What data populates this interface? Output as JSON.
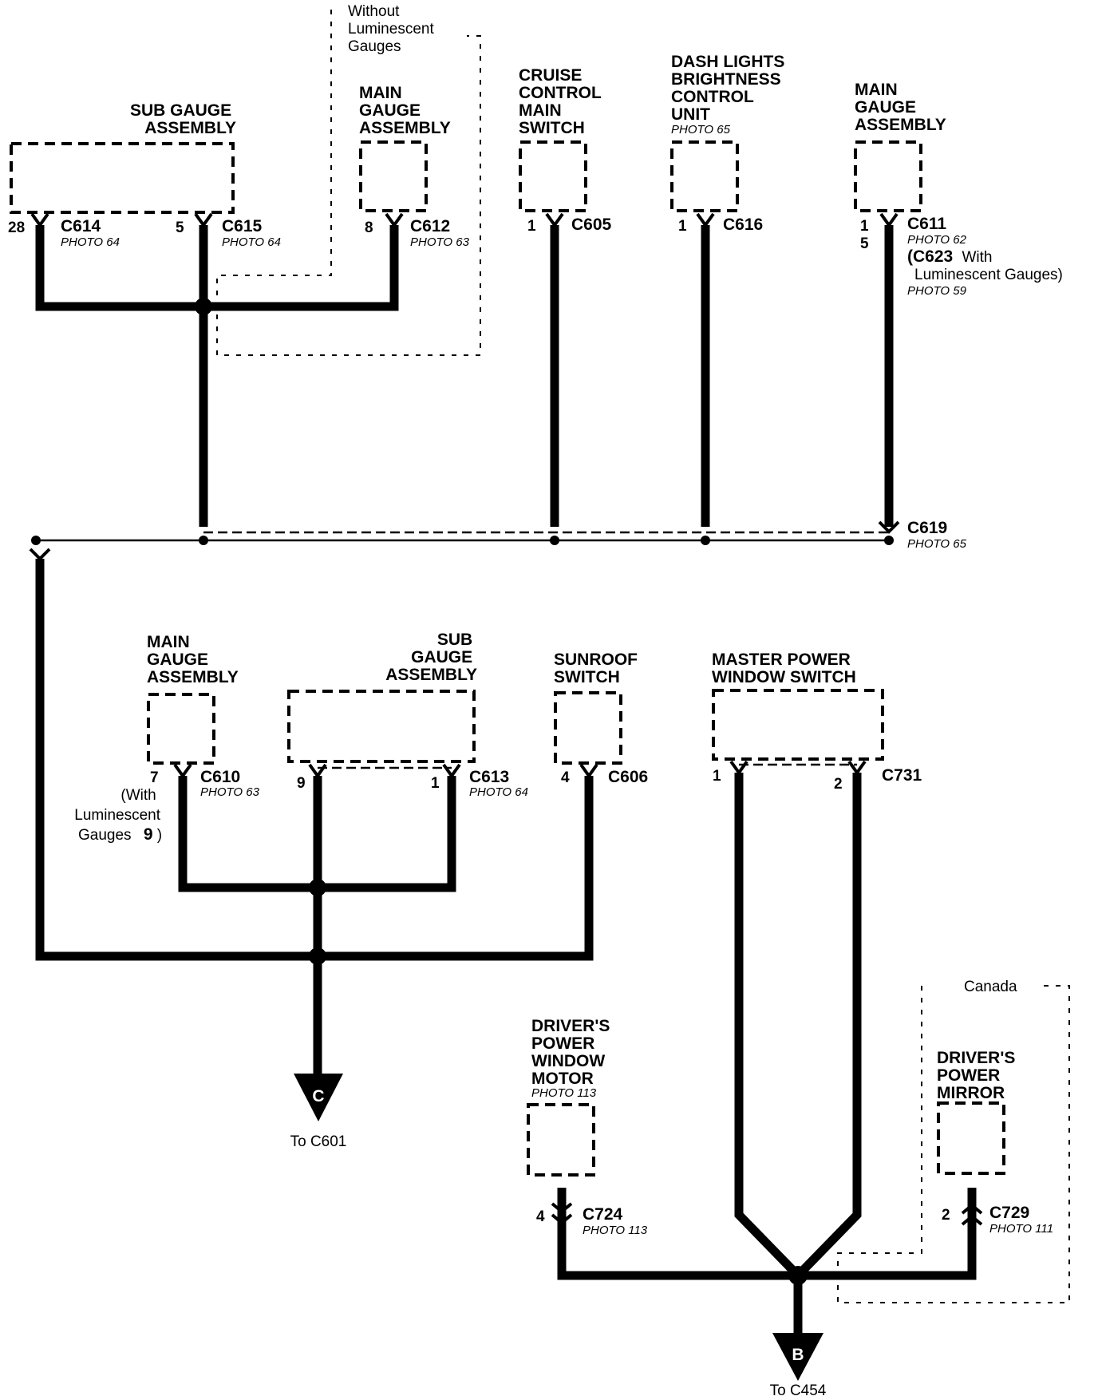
{
  "components": {
    "sub_gauge_top": {
      "name": [
        "SUB GAUGE",
        "ASSEMBLY"
      ],
      "connector": "C614",
      "pin": "28",
      "photo": "PHOTO 64"
    },
    "sub_gauge_top_b": {
      "connector": "C615",
      "pin": "5",
      "photo": "PHOTO 64"
    },
    "without_lum": {
      "note": [
        "Without",
        "Luminescent",
        "Gauges"
      ]
    },
    "main_gauge_mid": {
      "name": [
        "MAIN",
        "GAUGE",
        "ASSEMBLY"
      ],
      "connector": "C612",
      "pin": "8",
      "photo": "PHOTO 63"
    },
    "cruise": {
      "name": [
        "CRUISE",
        "CONTROL",
        "MAIN",
        "SWITCH"
      ],
      "connector": "C605",
      "pin": "1"
    },
    "dash_lights": {
      "name": [
        "DASH LIGHTS",
        "BRIGHTNESS",
        "CONTROL",
        "UNIT"
      ],
      "photo": "PHOTO 65",
      "connector": "C616",
      "pin": "1"
    },
    "main_gauge_right": {
      "name": [
        "MAIN",
        "GAUGE",
        "ASSEMBLY"
      ],
      "connector": "C611",
      "pin": "1",
      "pin_alt": "5",
      "photo": "PHOTO 62",
      "alt_connector": "(C623",
      "alt_note_1": "With",
      "alt_note_2": "Luminescent Gauges)",
      "alt_photo": "PHOTO 59"
    },
    "c619": {
      "connector": "C619",
      "photo": "PHOTO 65"
    },
    "main_gauge_lower": {
      "name": [
        "MAIN",
        "GAUGE",
        "ASSEMBLY"
      ],
      "connector": "C610",
      "pin": "7",
      "photo": "PHOTO 63",
      "note": [
        "(With",
        "Luminescent",
        "Gauges"
      ],
      "note_pin": "9",
      "note_close": ")"
    },
    "sub_gauge_lower": {
      "name": [
        "SUB",
        "GAUGE",
        "ASSEMBLY"
      ],
      "connector": "C613",
      "pin_a": "9",
      "pin_b": "1",
      "photo": "PHOTO 64"
    },
    "sunroof": {
      "name": [
        "SUNROOF",
        "SWITCH"
      ],
      "connector": "C606",
      "pin": "4"
    },
    "master_window": {
      "name": [
        "MASTER POWER",
        "WINDOW SWITCH"
      ],
      "connector": "C731",
      "pin_a": "1",
      "pin_b": "2"
    },
    "driver_window_motor": {
      "name": [
        "DRIVER'S",
        "POWER",
        "WINDOW",
        "MOTOR"
      ],
      "photo_top": "PHOTO 113",
      "connector": "C724",
      "pin": "4",
      "photo": "PHOTO 113"
    },
    "canada": {
      "note": "Canada"
    },
    "driver_mirror": {
      "name": [
        "DRIVER'S",
        "POWER",
        "MIRROR"
      ],
      "connector": "C729",
      "pin": "2",
      "photo": "PHOTO 111"
    }
  },
  "grounds": {
    "c": {
      "letter": "C",
      "label": "To C601"
    },
    "b": {
      "letter": "B",
      "label": "To C454"
    }
  }
}
